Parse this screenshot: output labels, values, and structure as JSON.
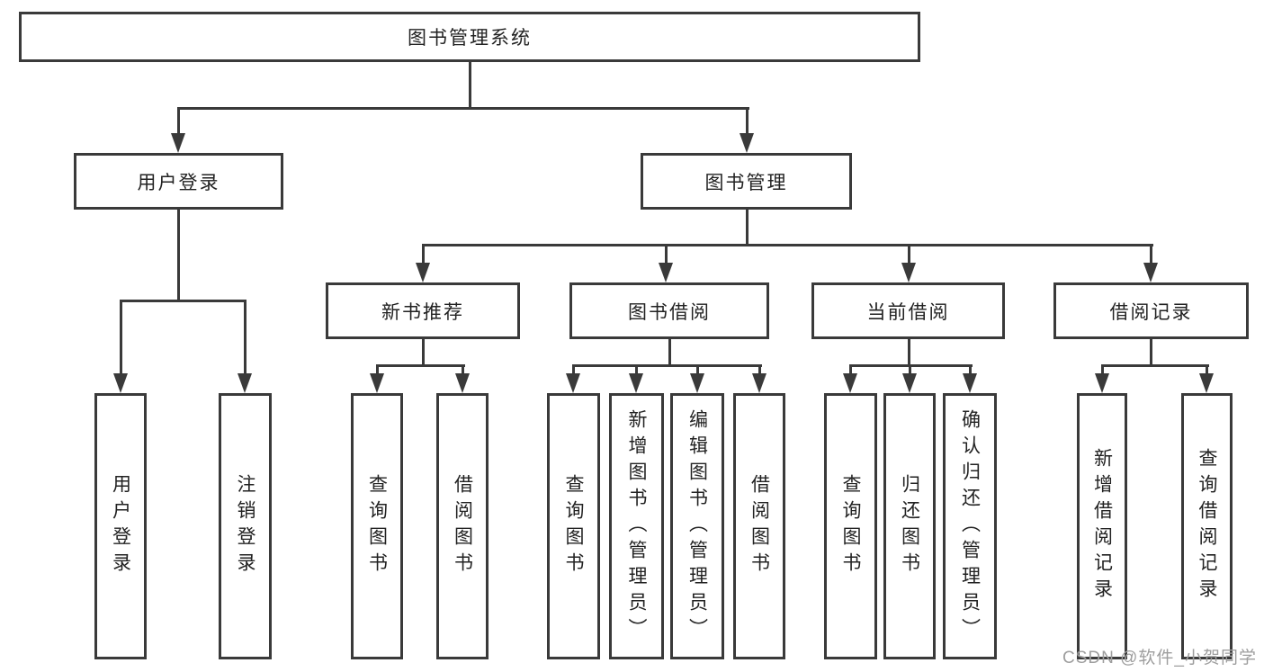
{
  "nodes": {
    "root": "图书管理系统",
    "l2": [
      "用户登录",
      "图书管理"
    ],
    "l3": [
      "新书推荐",
      "图书借阅",
      "当前借阅",
      "借阅记录"
    ],
    "l4": {
      "user_login": [
        "用户登录",
        "注销登录"
      ],
      "new_book": [
        "查询图书",
        "借阅图书"
      ],
      "book_borrow": [
        "查询图书",
        "新增图书（管理员）",
        "编辑图书（管理员）",
        "借阅图书"
      ],
      "current_borrow": [
        "查询图书",
        "归还图书",
        "确认归还（管理员）"
      ],
      "borrow_records": [
        "新增借阅记录",
        "查询借阅记录"
      ]
    }
  },
  "watermark": {
    "text": "CSDN @软件_小贺同学"
  },
  "colors": {
    "line": "#3a3a3a",
    "text": "#222222",
    "watermark": "#9e9e9e",
    "background": "#ffffff"
  }
}
